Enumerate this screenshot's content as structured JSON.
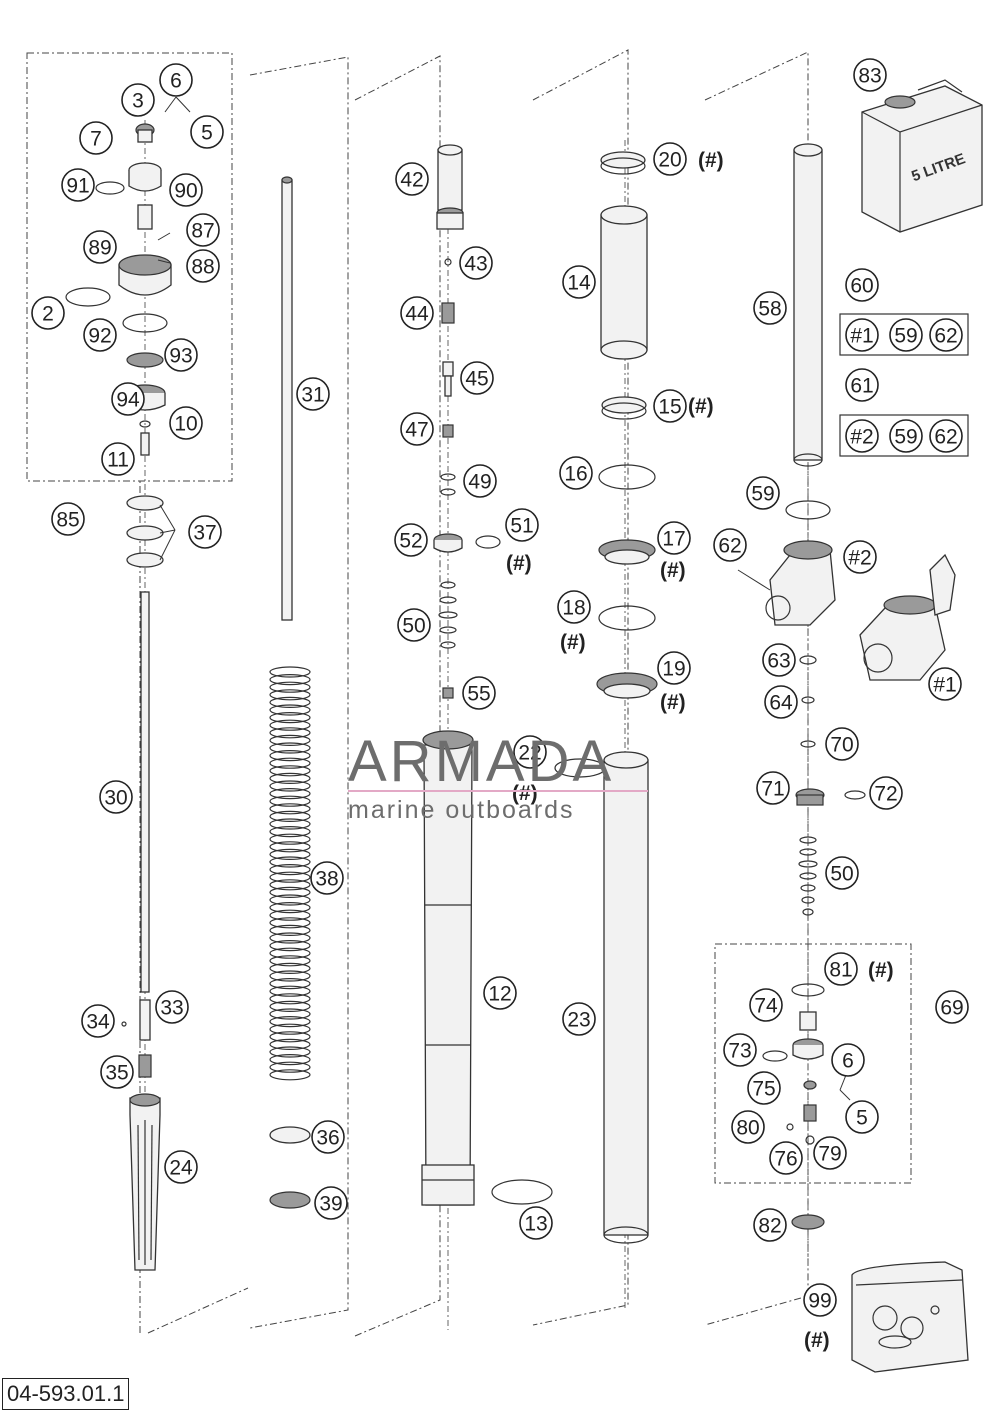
{
  "diagram_code": "04-593.01.1",
  "watermark": {
    "name": "ARMADA",
    "tagline": "marine outboards"
  },
  "container": {
    "capacity": "5 LITRE"
  },
  "marker": "(#)",
  "labels": {
    "l2": "2",
    "l3": "3",
    "l5a": "5",
    "l6a": "6",
    "l7": "7",
    "l10": "10",
    "l11": "11",
    "l12": "12",
    "l13": "13",
    "l14": "14",
    "l15": "15",
    "l16": "16",
    "l17": "17",
    "l18": "18",
    "l19": "19",
    "l20": "20",
    "l22": "22",
    "l23": "23",
    "l24": "24",
    "l30": "30",
    "l31": "31",
    "l33": "33",
    "l34": "34",
    "l35": "35",
    "l36": "36",
    "l37": "37",
    "l38": "38",
    "l39": "39",
    "l42": "42",
    "l43": "43",
    "l44": "44",
    "l45": "45",
    "l47": "47",
    "l49": "49",
    "l50a": "50",
    "l50b": "50",
    "l51": "51",
    "l52": "52",
    "l55": "55",
    "l58": "58",
    "l59": "59",
    "l60": "60",
    "l61": "61",
    "l62": "62",
    "l63": "63",
    "l64": "64",
    "l69": "69",
    "l70": "70",
    "l71": "71",
    "l72": "72",
    "l73": "73",
    "l74": "74",
    "l75": "75",
    "l76": "76",
    "l79": "79",
    "l80": "80",
    "l81": "81",
    "l82": "82",
    "l83": "83",
    "l85": "85",
    "l87": "87",
    "l88": "88",
    "l89": "89",
    "l90": "90",
    "l91": "91",
    "l92": "92",
    "l93": "93",
    "l94": "94",
    "l99": "99",
    "l5b": "5",
    "l6b": "6",
    "l_hash2": "#2",
    "l_hash1": "#1"
  },
  "kits": {
    "kit60": [
      "#1",
      "59",
      "62"
    ],
    "kit61": [
      "#2",
      "59",
      "62"
    ]
  }
}
